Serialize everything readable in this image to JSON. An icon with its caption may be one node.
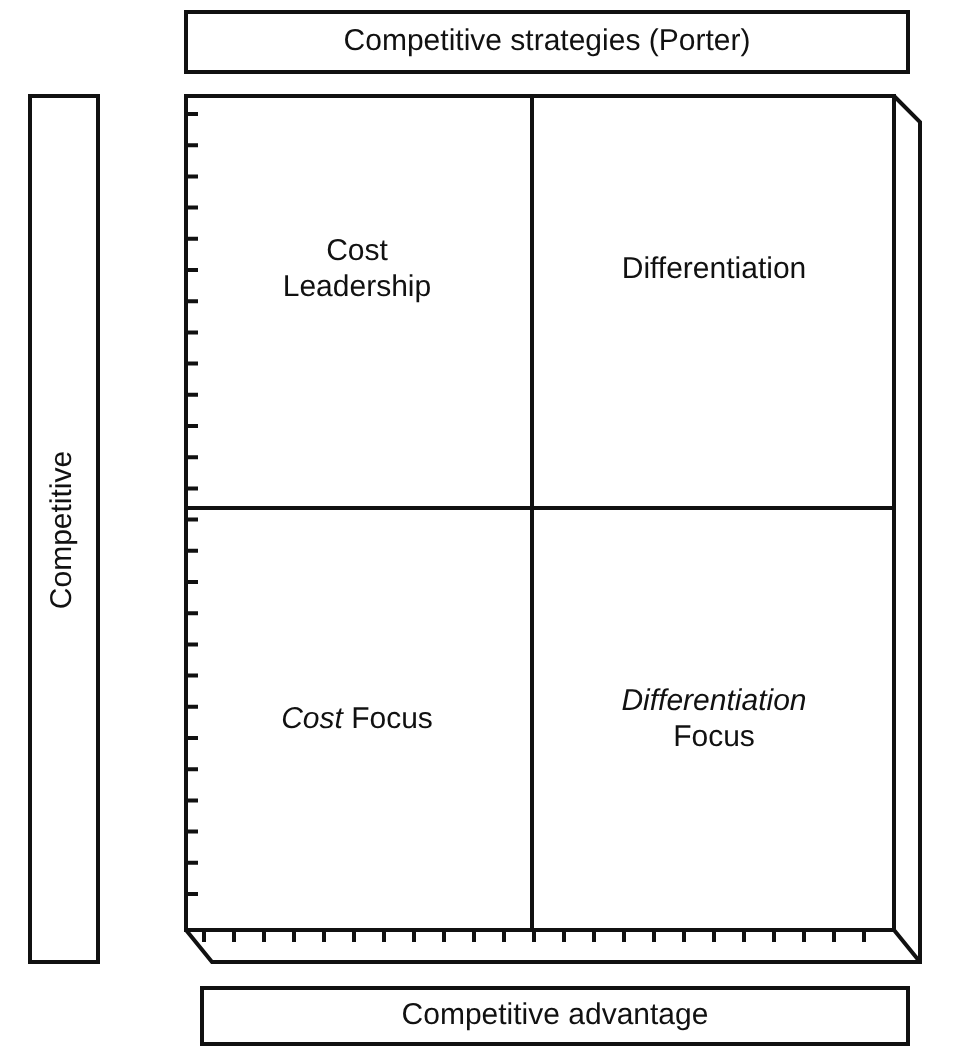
{
  "diagram": {
    "nodes": [
      {
        "text": [
          "Competitive strategies (Porter)"
        ]
      },
      {
        "text": [
          "Competitive"
        ]
      },
      {
        "text": [],
        "shape": "box"
      },
      {
        "text": [
          "Cost Leadership"
        ],
        "in": 2
      },
      {
        "text": [
          "Differentiation"
        ],
        "in": 2
      },
      {
        "text": [
          "*Cost* Focus"
        ],
        "in": 2
      },
      {
        "text": [
          "*Differentiation* Focus"
        ],
        "in": 2
      },
      {
        "text": [
          "Competitive advantage"
        ]
      }
    ],
    "edges": []
  }
}
